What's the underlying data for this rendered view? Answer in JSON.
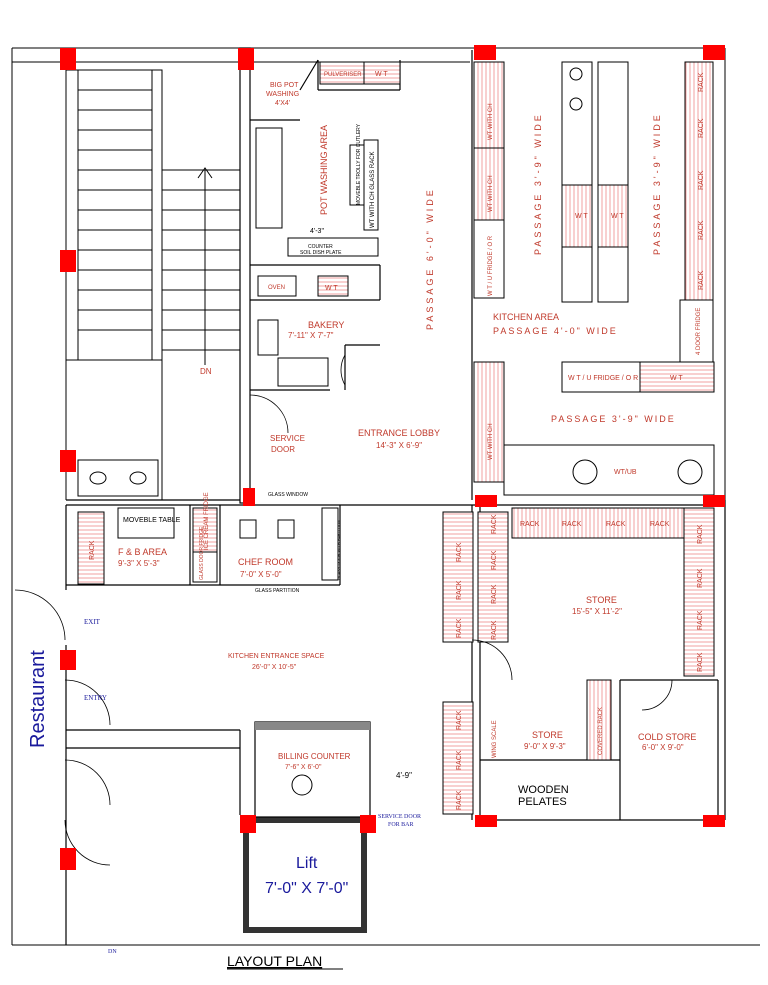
{
  "title": "LAYOUT PLAN",
  "side_label": "Restaurant",
  "colors": {
    "wall": "#000000",
    "column": "#ff0000",
    "text": "#c0392b",
    "hatch": "#f4b6b6",
    "blue_text": "#1a1a9c"
  },
  "labels": {
    "big_pot": "BIG POT",
    "washing": "WASHING",
    "size_4x4": "4'X4'",
    "pulveriser": "PULVERISER",
    "wt": "W T",
    "pot_washing_area": "POT WASHING AREA",
    "moveble_trolly": "MOVEBLE TROLLY FOR CUTLERY",
    "wt_with_ch_glass_rack": "WT WITH CH GLASS RACK",
    "dim_4_3": "4'-3\"",
    "counter": "COUNTER",
    "soil_dish_plate": "SOIL DISH PLATE",
    "oven": "OVEN",
    "bakery": "BAKERY",
    "bakery_size": "7'-11\" X 7'-7\"",
    "dn": "DN",
    "passage_6": "PASSAGE 6'-0\" WIDE",
    "passage_3_9": "PASSAGE 3'-9\" WIDE",
    "wt_with_ch": "WT WITH CH",
    "wt_u_fridge_or": "W T / U FRIDGE / O R",
    "kitchen_area": "KITCHEN AREA",
    "passage_4": "PASSAGE 4'-0\" WIDE",
    "four_door_fridge": "4 DOOR FRIDGE",
    "rack": "RACK",
    "entrance_lobby": "ENTRANCE LOBBY",
    "entrance_lobby_size": "14'-3\" X 6'-9\"",
    "service_door": "SERVICE",
    "service_door2": "DOOR",
    "wt_ub": "WT/UB",
    "glass_window": "GLASS WINDOW",
    "moveble_table": "MOVEBLE TABLE",
    "ice_cream_fridge": "ICE CREAM FRIDGE",
    "glass_door_fridge": "GLASS DOOR FRIDGE",
    "fb_area": "F & B AREA",
    "fb_size": "9'-3\" X 5'-3\"",
    "chef_room": "CHEF ROOM",
    "chef_size": "7'-0\" X 5'-0\"",
    "glass_partition": "GLASS PARTITION",
    "glass_door_partition": "GLASS DOOR WITH PARTITION",
    "store": "STORE",
    "store_size": "15'-5\" X 11'-2\"",
    "exit": "EXIT",
    "entry": "ENTRY",
    "kitchen_entrance": "KITCHEN ENTRANCE SPACE",
    "kitchen_entrance_size": "26'-0\" X 10'-5\"",
    "wing_scale": "WING SCALE",
    "store2": "STORE",
    "store2_size": "9'-0\" X 9'-3\"",
    "covered_rack": "COVERED RACK",
    "cold_store": "COLD STORE",
    "cold_store_size": "6'-0\" X 9'-0\"",
    "billing_counter": "BILLING COUNTER",
    "billing_size": "7'-6\" X 6'-0\"",
    "dim_4_9": "4'-9\"",
    "wooden_pelates": "WOODEN",
    "wooden_pelates2": "PELATES",
    "service_door_bar": "SERVICE DOOR",
    "for_bar": "FOR BAR",
    "lift": "Lift",
    "lift_size": "7'-0\" X 7'-0\"",
    "dn_bottom": "DN"
  }
}
